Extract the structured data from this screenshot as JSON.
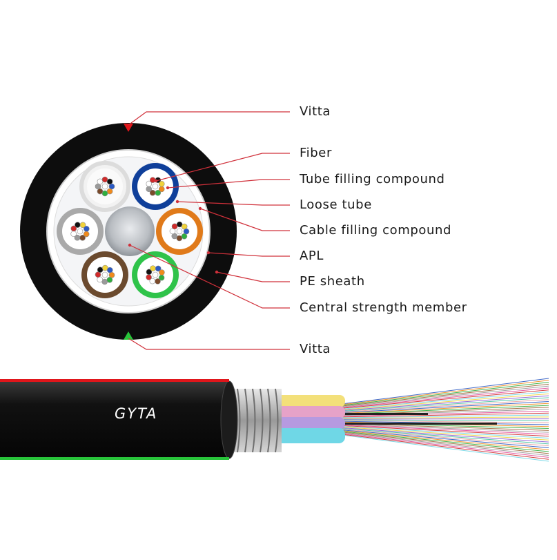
{
  "diagram": {
    "labels": {
      "vitta_top": "Vitta",
      "fiber": "Fiber",
      "tube_filling_compound": "Tube filling compound",
      "loose_tube": "Loose tube",
      "cable_filling_compound": "Cable filling compound",
      "apl": "APL",
      "pe_sheath": "PE sheath",
      "central_strength_member": "Central strength member",
      "vitta_bottom": "Vitta"
    },
    "cable_print": "GYTA",
    "colors": {
      "leader_line": "#d0303a",
      "sheath": "#0d0d0d",
      "vitta_red": "#e0161b",
      "vitta_green": "#28c43a",
      "tube_white": "#f2f2f2",
      "tube_blue": "#0f3f9a",
      "tube_orange": "#e07a1a",
      "tube_grey": "#a9a9a9",
      "tube_brown": "#6b4a2e",
      "tube_green": "#2fc34a",
      "csm": "#b9bdc2"
    }
  }
}
